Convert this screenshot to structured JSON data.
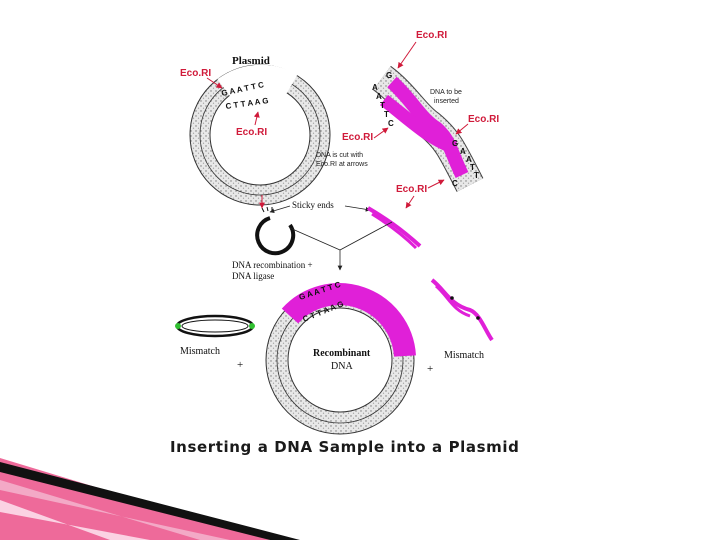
{
  "labels": {
    "plasmid": "Plasmid",
    "ecori": "Eco.RI",
    "dna_to_be_inserted": [
      "DNA to be",
      "inserted"
    ],
    "dna_cut": [
      "DNA is cut with",
      "Eco.RI at arrows"
    ],
    "sticky_ends": "Sticky ends",
    "recombination": [
      "DNA recombination +",
      "DNA ligase"
    ],
    "mismatch": "Mismatch",
    "plus": "+",
    "recombinant": [
      "Recombinant",
      "DNA"
    ]
  },
  "sequences": {
    "plasmid_top": "G A A T T C",
    "plasmid_bottom": "C T T A A G",
    "insert_left": [
      "G",
      "A",
      "A",
      "T",
      "T",
      "C"
    ],
    "insert_right": [
      "G",
      "A",
      "A",
      "T",
      "T",
      "C"
    ]
  },
  "caption": "Inserting a DNA Sample into a Plasmid",
  "colors": {
    "magenta": "#e020d8",
    "label_red": "#d01a3a",
    "green": "#30c030",
    "ring": "#cfcfcf"
  }
}
